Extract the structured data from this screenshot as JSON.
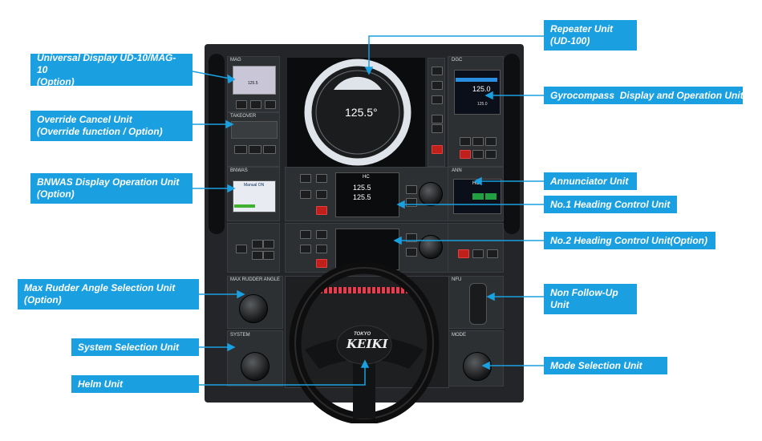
{
  "callouts": {
    "universal_display": [
      "Universal Display UD-10/MAG-10",
      "(Option)"
    ],
    "override_cancel": [
      "Override Cancel Unit",
      "(Override function / Option)"
    ],
    "bnwas": [
      "BNWAS Display Operation Unit",
      "(Option)"
    ],
    "max_rudder": [
      "Max Rudder Angle Selection Unit",
      "(Option)"
    ],
    "system_selection": [
      "System Selection Unit"
    ],
    "helm": [
      "Helm Unit"
    ],
    "repeater": [
      "Repeater Unit",
      "(UD-100)"
    ],
    "gyrocompass": [
      "Gyrocompass  Display and Operation Unit"
    ],
    "annunciator": [
      "Annunciator Unit"
    ],
    "hcu1": [
      "No.1 Heading Control Unit"
    ],
    "hcu2": [
      "No.2 Heading Control Unit(Option)"
    ],
    "nfu": [
      "Non Follow-Up",
      "Unit"
    ],
    "mode_selection": [
      "Mode Selection Unit"
    ]
  },
  "console": {
    "panel_labels": {
      "mag": "MAG",
      "dgc": "DGC",
      "takeover": "TAKEOVER",
      "bnwas": "BNWAS",
      "ann": "ANN",
      "max_rudder_angle": "MAX RUDDER ANGLE",
      "system": "SYSTEM",
      "nfu": "NFU",
      "mode": "MODE"
    },
    "repeater_heading": "125.5°",
    "gyro_heading": "125.0",
    "gyro_set": "125.0",
    "hcu_mode": "HC",
    "hcu_set": "125.5",
    "hcu_act": "125.5",
    "ann_mode": "HC",
    "bnwas_text": "Manual ON",
    "mag_value": "125.5",
    "brand": "KEIKI",
    "brand_top": "TOKYO"
  },
  "colors": {
    "callout_bg": "#1aa0e0",
    "callout_text": "#ffffff",
    "leader": "#1aa0e0",
    "console": "#232528"
  }
}
